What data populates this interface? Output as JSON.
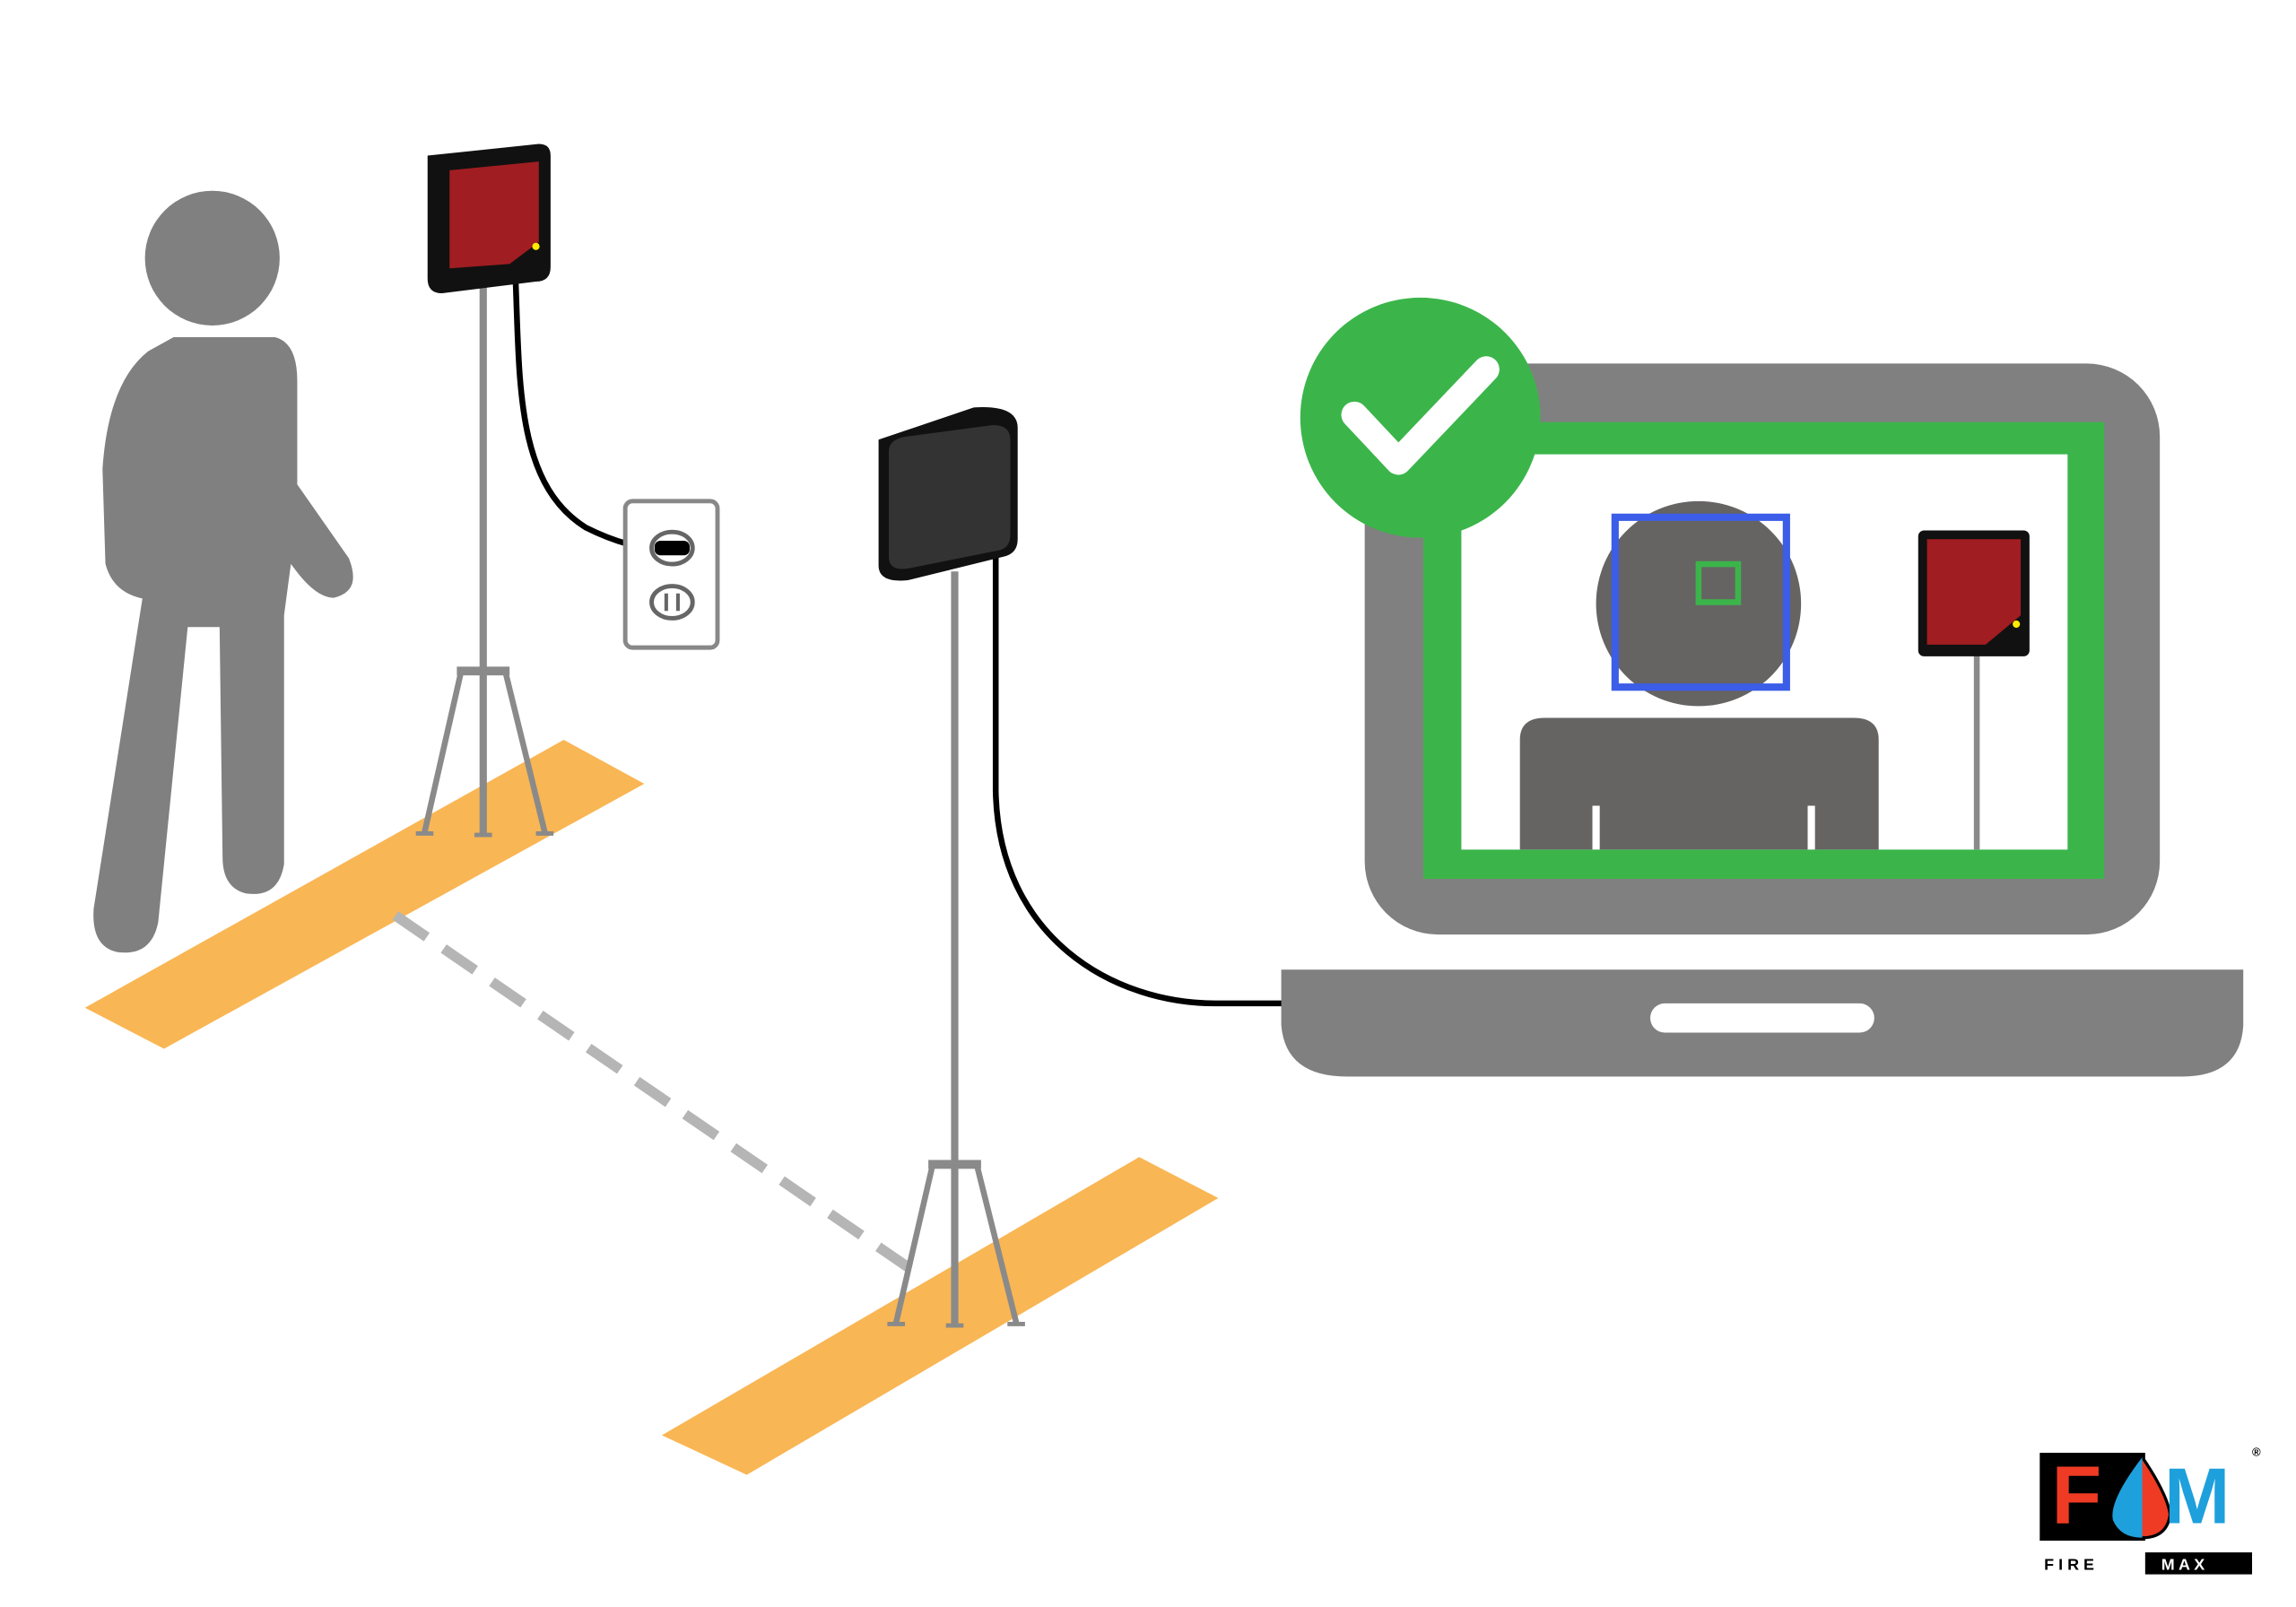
{
  "scene": {
    "title": "Face temperature screening setup",
    "status_icon": "checkmark-icon",
    "colors": {
      "person": "#808080",
      "floor_marker": "#f9b654",
      "device_face": "#a01d21",
      "check_green": "#3bb54a",
      "face_box_blue": "#3b5de7",
      "laptop_gray": "#808080"
    }
  },
  "logo": {
    "letter_left": "F",
    "letter_right": "M",
    "word_left": "F I R E",
    "word_right": "M A X",
    "registered": "®",
    "colors": {
      "red": "#ef3b24",
      "blue": "#1ea0dc",
      "black": "#000000"
    }
  }
}
